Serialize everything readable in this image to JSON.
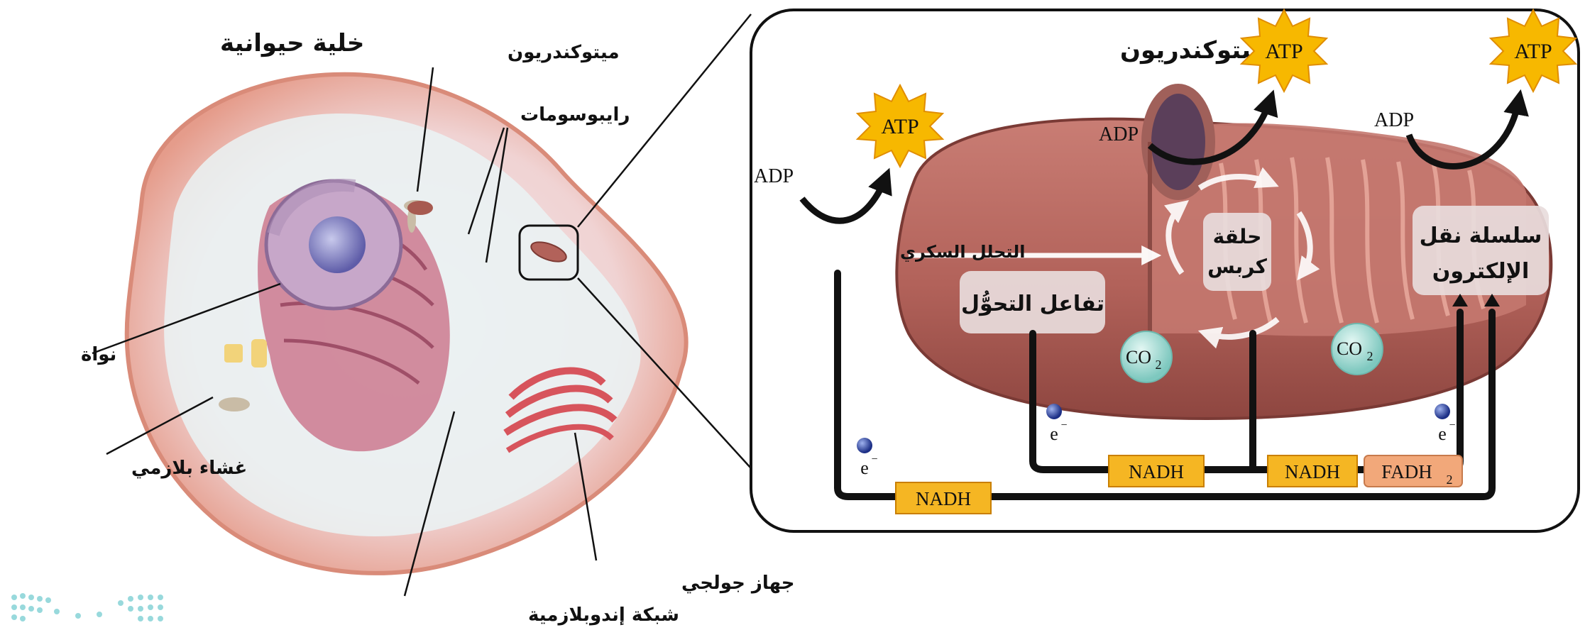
{
  "cell": {
    "title": "خلية حيوانية",
    "labels": {
      "mitochondrion": "ميتوكندريون",
      "ribosomes": "رايبوسومات",
      "nucleus": "نواة",
      "membrane": "غشاء بلازمي",
      "golgi": "جهاز جولجي",
      "er": "شبكة إندوبلازمية"
    }
  },
  "mito": {
    "title": "ميتوكندريون",
    "atp": "ATP",
    "adp": "ADP",
    "glycolysis": "التحلل السكري",
    "transition": "تفاعل التحوُّل",
    "krebs_1": "حلقة",
    "krebs_2": "كربس",
    "etc_1": "سلسلة نقل",
    "etc_2": "الإلكترون",
    "co2": "CO",
    "co2_sub": "2",
    "electron": "e",
    "electron_sup": "−",
    "nadh": "NADH",
    "fadh": "FADH",
    "fadh_sub": "2"
  },
  "colors": {
    "cell_outer": "#e9a898",
    "cytoplasm": "#e7f1f3",
    "mito_body": "#b8665f",
    "atp_star": "#f7b800",
    "nadh": "#f5b623",
    "fadh": "#f2a87a",
    "co2": "#a6ddd6",
    "electron": "#2a3f9a"
  }
}
